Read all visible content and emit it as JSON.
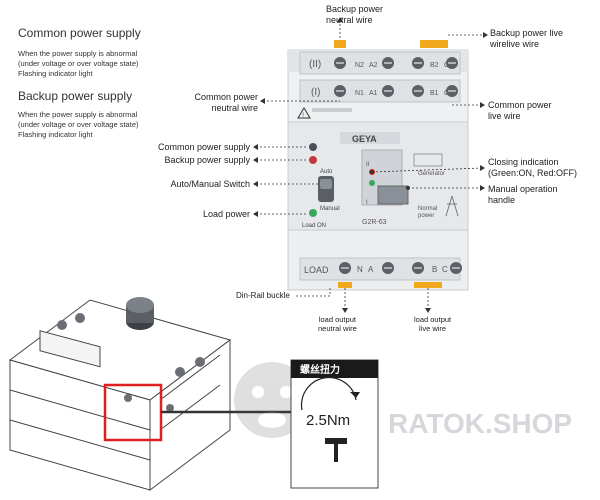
{
  "left_text": {
    "common_title": "Common power supply",
    "common_desc_1": "When the power supply is abnormal",
    "common_desc_2": "(under voltage or over voltage state)",
    "common_desc_3": "Flashing indicator light",
    "backup_title": "Backup power supply",
    "backup_desc_1": "When the power supply is abnormal",
    "backup_desc_2": "(under voltage or over voltage state)",
    "backup_desc_3": "Flashing indicator light"
  },
  "callouts": {
    "backup_neutral_1": "Backup power",
    "backup_neutral_2": "neutral wire",
    "backup_live_1": "Backup power live",
    "backup_live_2": "wirelive wire",
    "common_neutral_1": "Common power",
    "common_neutral_2": "neutral wire",
    "common_live_1": "Common power",
    "common_live_2": "live wire",
    "common_supply": "Common power supply",
    "backup_supply": "Backup power supply",
    "auto_manual": "Auto/Manual Switch",
    "load_power": "Load power",
    "closing_1": "Closing indication",
    "closing_2": "(Green:ON, Red:OFF)",
    "manual_op_1": "Manual operation",
    "manual_op_2": "handle",
    "din_rail": "Din-Rail buckle",
    "load_neutral_1": "load output",
    "load_neutral_2": "neutral wire",
    "load_live_1": "load output",
    "load_live_2": "live wire"
  },
  "device": {
    "brand": "GEYA",
    "model": "G2R-63",
    "roman_2": "(II)",
    "roman_1": "(I)",
    "n2": "N2",
    "a2": "A2",
    "b2": "B2",
    "c2": "C2",
    "n1": "N1",
    "a1": "A1",
    "b1": "B1",
    "c1": "C1",
    "load": "LOAD",
    "n": "N",
    "a": "A",
    "b": "B",
    "c": "C",
    "auto": "Auto",
    "manual": "Manual",
    "load_on": "Load ON",
    "generator": "Generator",
    "normal_power_1": "Normal",
    "normal_power_2": "power",
    "i_label": "I",
    "ii_label": "II"
  },
  "torque": {
    "header": "螺丝扭力",
    "value": "2.5Nm"
  },
  "watermark": {
    "text": "RATOK.SHOP"
  },
  "colors": {
    "accent_orange": "#f0a81c",
    "highlight_red": "#e02020",
    "device_grey": "#e9ebee",
    "text_dark": "#222222"
  }
}
